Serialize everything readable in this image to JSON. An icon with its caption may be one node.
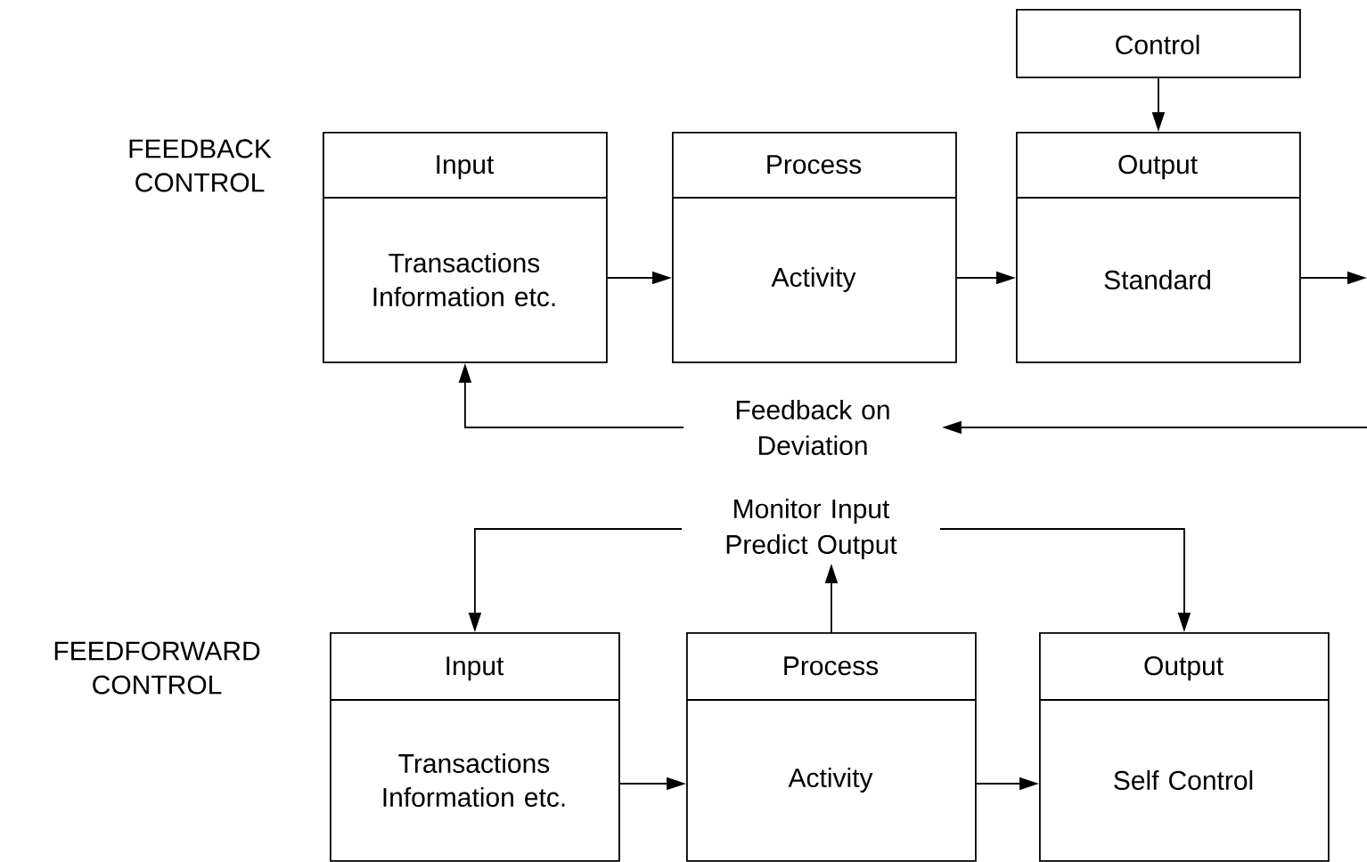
{
  "diagram": {
    "nodes": [
      {
        "text": [
          "Control"
        ]
      },
      {
        "text": [
          "Input",
          "Transactions Information etc."
        ]
      },
      {
        "text": [
          "Process",
          "Activity"
        ]
      },
      {
        "text": [
          "Output",
          "Standard"
        ]
      },
      {
        "text": [
          "Feedback on Deviation"
        ]
      },
      {
        "text": [
          "Monitor Input Predict Output"
        ]
      },
      {
        "text": [
          "Input",
          "Transactions Information etc."
        ]
      },
      {
        "text": [
          "Process",
          "Activity"
        ]
      },
      {
        "text": [
          "Output",
          "Self Control"
        ]
      }
    ],
    "edges": [
      {
        "from": 0,
        "to": 3,
        "arrow": "to"
      },
      {
        "from": 1,
        "to": 2,
        "arrow": "to"
      },
      {
        "from": 2,
        "to": 3,
        "arrow": "to"
      },
      {
        "from": 3,
        "to": null,
        "arrow": "to"
      },
      {
        "from": null,
        "to": 4,
        "arrow": "to"
      },
      {
        "from": 4,
        "to": 1,
        "arrow": "to"
      },
      {
        "from": 5,
        "to": 6,
        "arrow": "to"
      },
      {
        "from": 5,
        "to": 8,
        "arrow": "to"
      },
      {
        "from": 7,
        "to": 5,
        "arrow": "to"
      },
      {
        "from": 6,
        "to": 7,
        "arrow": "to"
      },
      {
        "from": 7,
        "to": 8,
        "arrow": "to"
      }
    ],
    "labels": [
      "FEEDBACK CONTROL",
      "FEEDFORWARD CONTROL"
    ]
  }
}
